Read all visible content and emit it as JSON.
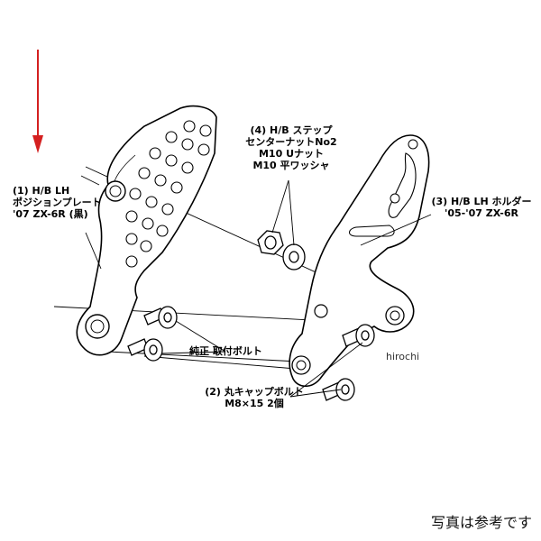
{
  "labels": {
    "part1": [
      "(1) H/B LH",
      "ポジションプレート",
      "'07 ZX-6R (黒)"
    ],
    "part2": [
      "(2) 丸キャップボルト",
      "M8×15 2個"
    ],
    "part3": [
      "(3) H/B LH ホルダー",
      "'05-'07 ZX-6R"
    ],
    "part4": [
      "(4) H/B ステップ",
      "センターナットNo2",
      "M10 Uナット",
      "M10 平ワッシャ"
    ],
    "stock_bolt": "純正 取付ボルト"
  },
  "watermark": "hirochi",
  "footer_note": "写真は参考です",
  "colors": {
    "arrow": "#d42020",
    "line": "#000000",
    "background": "#ffffff"
  },
  "icons": {
    "pointer": "down-arrow-icon"
  }
}
